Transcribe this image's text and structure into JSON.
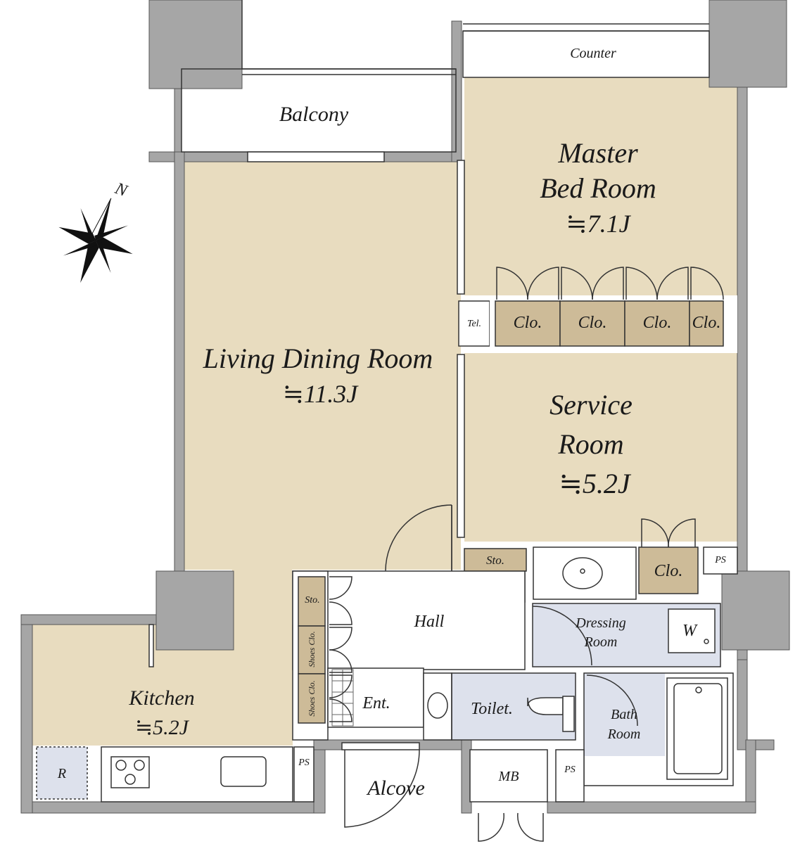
{
  "colors": {
    "room_fill": "#e8dcbf",
    "wet_fill": "#dde1ec",
    "storage_fill": "#cdbb98",
    "wall": "#a6a6a6",
    "column": "#a6a6a6",
    "line": "#333333"
  },
  "compass": {
    "label": "N"
  },
  "rooms": {
    "balcony": "Balcony",
    "counter": "Counter",
    "master_line1": "Master",
    "master_line2": "Bed Room",
    "master_area": "≒7.1J",
    "tel": "Tel.",
    "clo1": "Clo.",
    "clo2": "Clo.",
    "clo3": "Clo.",
    "clo4": "Clo.",
    "ldr": "Living Dining Room",
    "ldr_area": "≒11.3J",
    "service_line1": "Service",
    "service_line2": "Room",
    "service_area": "≒5.2J",
    "sto_top": "Sto.",
    "clo_service": "Clo.",
    "ps_top": "PS",
    "sto_left": "Sto.",
    "shoes1": "Shoes Clo.",
    "shoes2": "Shoes Clo.",
    "hall": "Hall",
    "dressing_line1": "Dressing",
    "dressing_line2": "Room",
    "washer": "W",
    "ent": "Ent.",
    "toilet": "Toilet.",
    "bath_line1": "Bath",
    "bath_line2": "Room",
    "kitchen": "Kitchen",
    "kitchen_area": "≒5.2J",
    "fridge": "R",
    "ps_left": "PS",
    "alcove": "Alcove",
    "mb": "MB",
    "ps_right": "PS"
  }
}
